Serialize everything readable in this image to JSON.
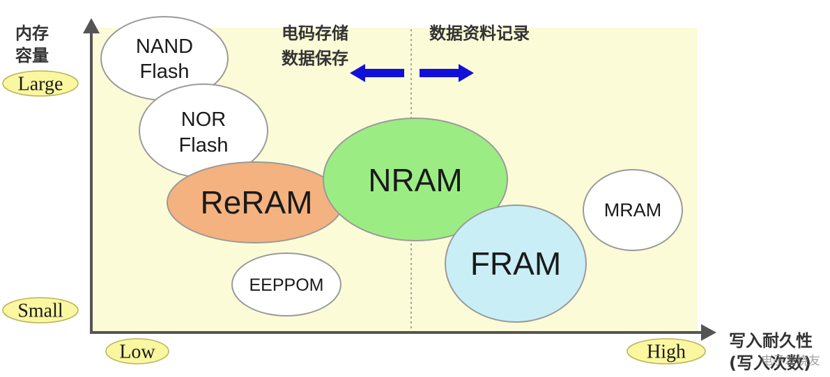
{
  "y_axis": {
    "title_line1": "内存",
    "title_line2": "容量",
    "high_label": "Large",
    "low_label": "Small"
  },
  "x_axis": {
    "title_line1": "写入耐久性",
    "title_line2": "(写入次数)",
    "low_label": "Low",
    "high_label": "High"
  },
  "regions": {
    "left_line1": "电码存储",
    "left_line2": "数据保存",
    "right_label": "数据资料记录"
  },
  "memories": {
    "nand_line1": "NAND",
    "nand_line2": "Flash",
    "nor_line1": "NOR",
    "nor_line2": "Flash",
    "reram": "ReRAM",
    "nram": "NRAM",
    "eeppom": "EEPPOM",
    "fram": "FRAM",
    "mram": "MRAM"
  },
  "colors": {
    "plot_background": "#fbfbd8",
    "axis": "#555555",
    "arrow": "#1010d8",
    "pill_fill": "#fbf7a0",
    "nand_fill": "#ffffff",
    "nor_fill": "#ffffff",
    "reram_fill": "#f3b27f",
    "nram_fill": "#9cec84",
    "eeppom_fill": "#ffffff",
    "fram_fill": "#c9eef6",
    "mram_fill": "#ffffff",
    "ellipse_stroke": "#9a9a9a"
  },
  "watermark": "电子发烧友"
}
